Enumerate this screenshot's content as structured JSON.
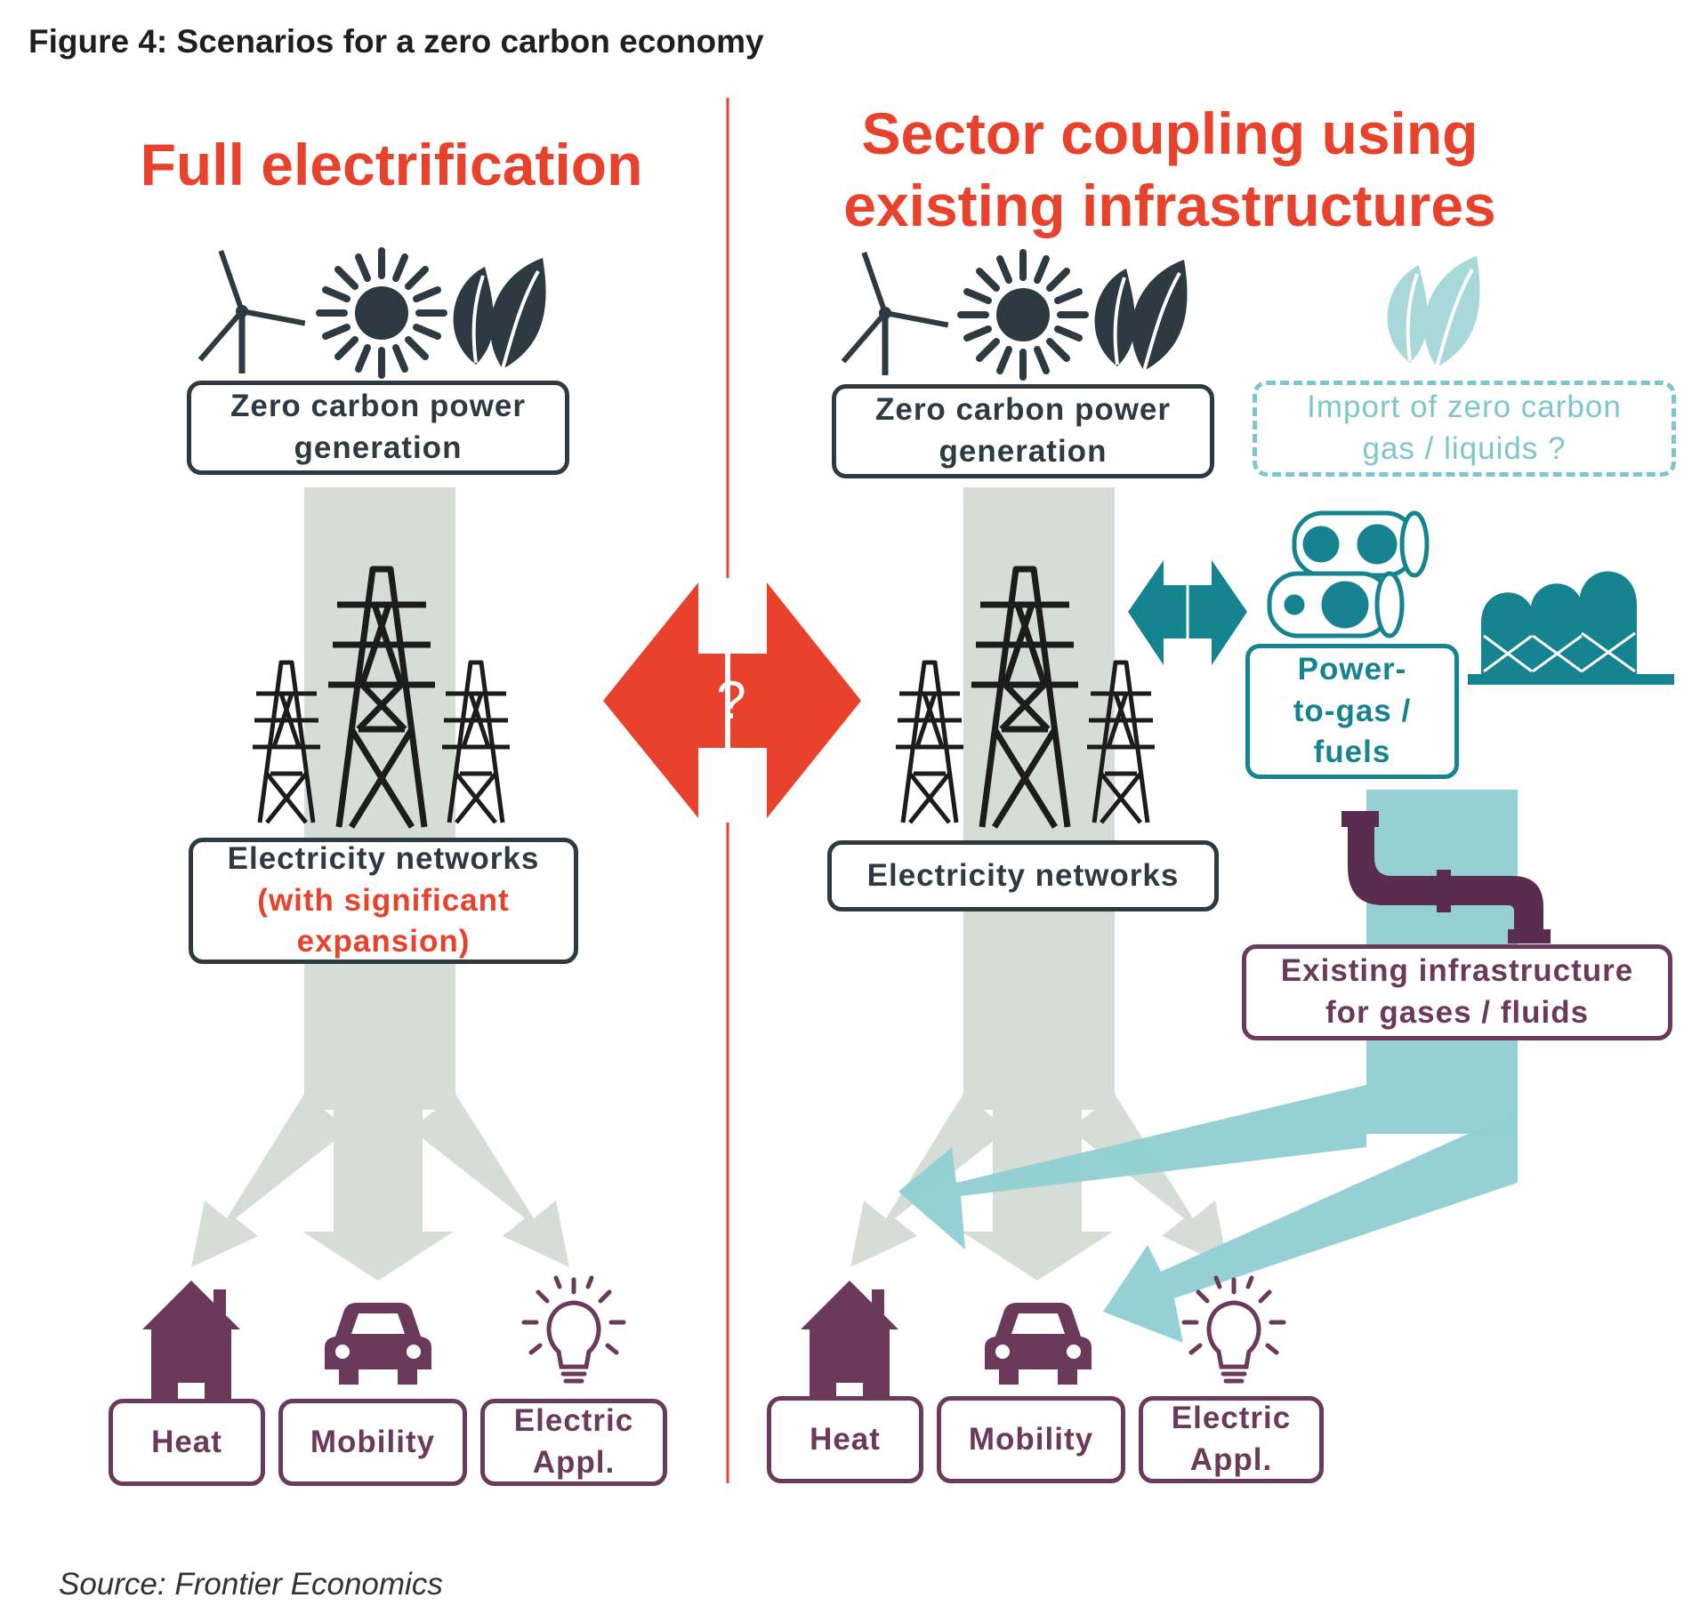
{
  "figure_title": "Figure 4: Scenarios for a zero carbon economy",
  "source": "Source: Frontier Economics",
  "colors": {
    "accent_red": "#e8412c",
    "dark": "#2e3a42",
    "plum": "#6b3a5a",
    "teal": "#168490",
    "light_teal": "#8fcfd2",
    "grey_flow": "#d5ddd6"
  },
  "left": {
    "heading": "Full electrification",
    "generation": "Zero carbon power generation",
    "networks_line1": "Electricity networks",
    "networks_line2": "(with significant expansion)",
    "uses": {
      "heat": "Heat",
      "mobility": "Mobility",
      "appl": "Electric Appl."
    }
  },
  "middle": {
    "question": "?"
  },
  "right": {
    "heading": "Sector coupling using existing infrastructures",
    "generation": "Zero carbon power generation",
    "networks": "Electricity networks",
    "import": "Import of zero carbon gas / liquids ?",
    "p2g": "Power-to-gas / fuels",
    "existing": "Existing infrastructure for gases / fluids",
    "uses": {
      "heat": "Heat",
      "mobility": "Mobility",
      "appl": "Electric Appl."
    }
  },
  "icons": [
    "wind-turbine-icon",
    "sun-icon",
    "leaf-icon",
    "pylon-icon",
    "battery-icon",
    "gas-tank-icon",
    "pipe-icon",
    "house-icon",
    "car-icon",
    "light-bulb-icon",
    "double-arrow-icon"
  ]
}
